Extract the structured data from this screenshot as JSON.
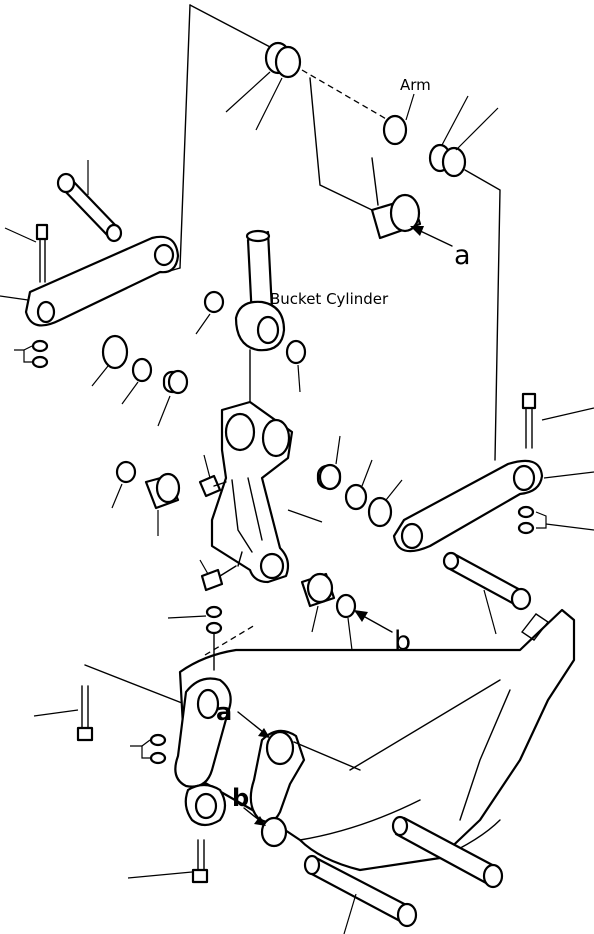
{
  "labels": {
    "arm": "Arm",
    "bucket_cylinder": "Bucket Cylinder",
    "marker_a": "a",
    "marker_b": "b"
  },
  "colors": {
    "ink": "#000000",
    "paper": "#ffffff"
  }
}
